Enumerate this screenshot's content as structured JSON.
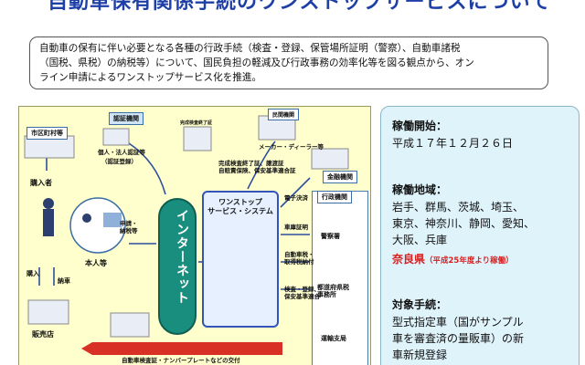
{
  "header": {
    "title": "自動車保有関係手続のワンストップサービスについて"
  },
  "intro": {
    "line1": "自動車の保有に伴い必要となる各種の行政手続（検査・登録、保管場所証明（警察）、自動車諸税",
    "line2": "（国税、県税）の納税等）について、国民負担の軽減及び行政事務の効率化等を図る観点から、オン",
    "line3": "ライン申請によるワンストップサービス化を推進。"
  },
  "diagram": {
    "municipality": "市区町村等",
    "purchaser": "購入者",
    "principal": "本人等",
    "dealer": "販売店",
    "purchase": "購入",
    "delivery": "納車",
    "auth_agency": "認証機関",
    "auth_cert": "個人・法人認証等",
    "auth_register": "（認証登録）",
    "completed_inspection": "完成検査終了証",
    "private_org": "民間機関",
    "maker_dealer": "メーカー・ディーラー等",
    "finance_org": "金融機関",
    "completion_note": "完成検査終了証、譲渡証\n自賠責保険、保安基準適合証",
    "internet": "インターネット",
    "apply_pay": "申請・\n納税等",
    "one_stop": "ワンストップ\nサービス・システム",
    "e_settle": "電子決済",
    "admin_org": "行政機関",
    "garage_cert": "車庫証明",
    "tax_fee": "自動車税・\n取得税納付",
    "inspection_reg": "検査・登録、\n保安基準適合",
    "police": "警察署",
    "pref_tax": "都道府県税\n事務所",
    "transport": "運輸支局",
    "bottom_note": "自動車検査証・ナンバープレートなどの交付"
  },
  "info": {
    "start_label": "稼働開始：",
    "start_value": "平成１７年１２月２６日",
    "area_label": "稼働地域：",
    "area_line1": "岩手、群馬、茨城、埼玉、",
    "area_line2": "東京、神奈川、静岡、愛知、",
    "area_line3": "大阪、兵庫",
    "nara": "奈良県",
    "nara_note": "（平成25年度より稼働）",
    "target_label": "対象手続：",
    "target_line1": "型式指定車（国がサンプル",
    "target_line2": "車を審査済の量販車）の新",
    "target_line3": "車新規登録"
  },
  "colors": {
    "title_blue": "#1d3fa6",
    "nara_red": "#d71f1f",
    "internet_teal": "#1a8e7e",
    "diagram_bg": "#ffffce",
    "panel_bg": "#dff3fb"
  }
}
